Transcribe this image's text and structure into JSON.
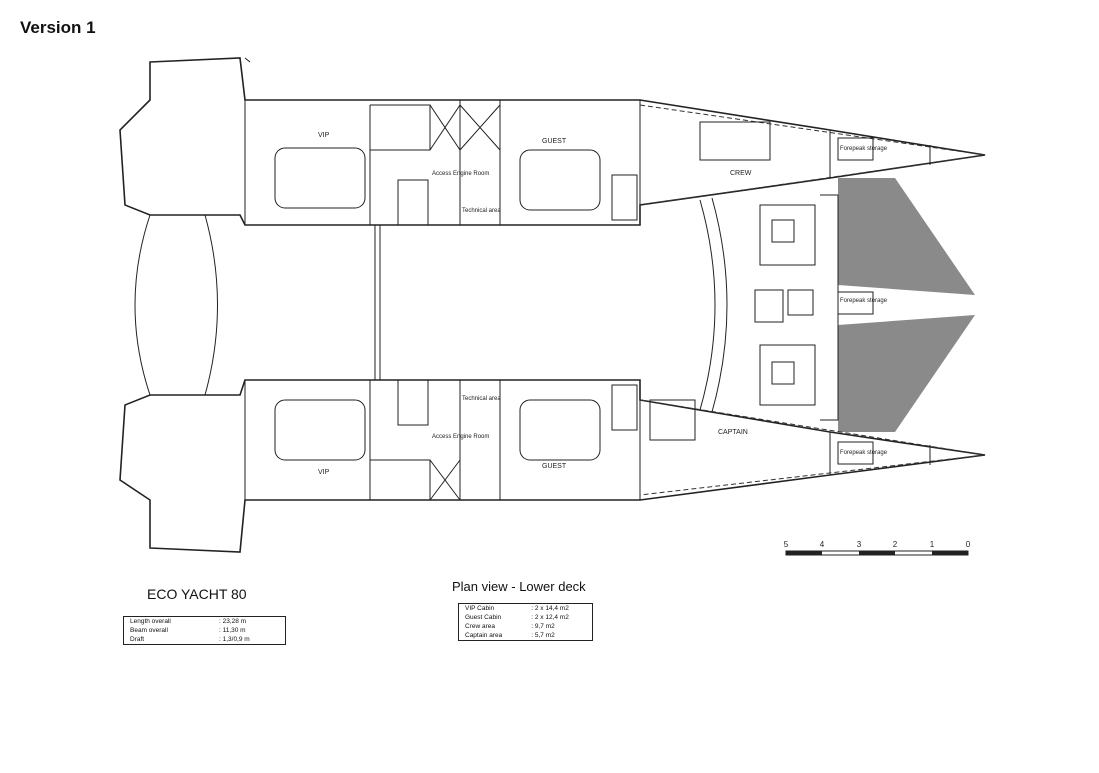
{
  "version_label": "Version 1",
  "yacht_name": "ECO YACHT 80",
  "plan_title": "Plan view - Lower deck",
  "dimensions": [
    {
      "label": "Length overall",
      "value": ": 23,28 m"
    },
    {
      "label": "Beam overall",
      "value": ": 11,30 m"
    },
    {
      "label": "Draft",
      "value": ": 1,3/0,9 m"
    }
  ],
  "areas": [
    {
      "label": "VIP Cabin",
      "value": ": 2 x 14,4 m2"
    },
    {
      "label": "Guest Cabin",
      "value": ": 2 x 12,4 m2"
    },
    {
      "label": "Crew area",
      "value": ": 9,7 m2"
    },
    {
      "label": "Captain area",
      "value": ": 5,7 m2"
    }
  ],
  "plan_labels": {
    "vip_top": "VIP",
    "guest_top": "GUEST",
    "crew": "CREW",
    "vip_bottom": "VIP",
    "guest_bottom": "GUEST",
    "captain": "CAPTAIN",
    "forepeak": "Forepeak storage",
    "technical": "Technical area",
    "engine_room": "Access Engine Room"
  },
  "scale_bar": {
    "ticks": [
      "5",
      "4",
      "3",
      "2",
      "1",
      "0"
    ]
  },
  "colors": {
    "trampoline": "#8a8a8a",
    "line": "#222222"
  }
}
